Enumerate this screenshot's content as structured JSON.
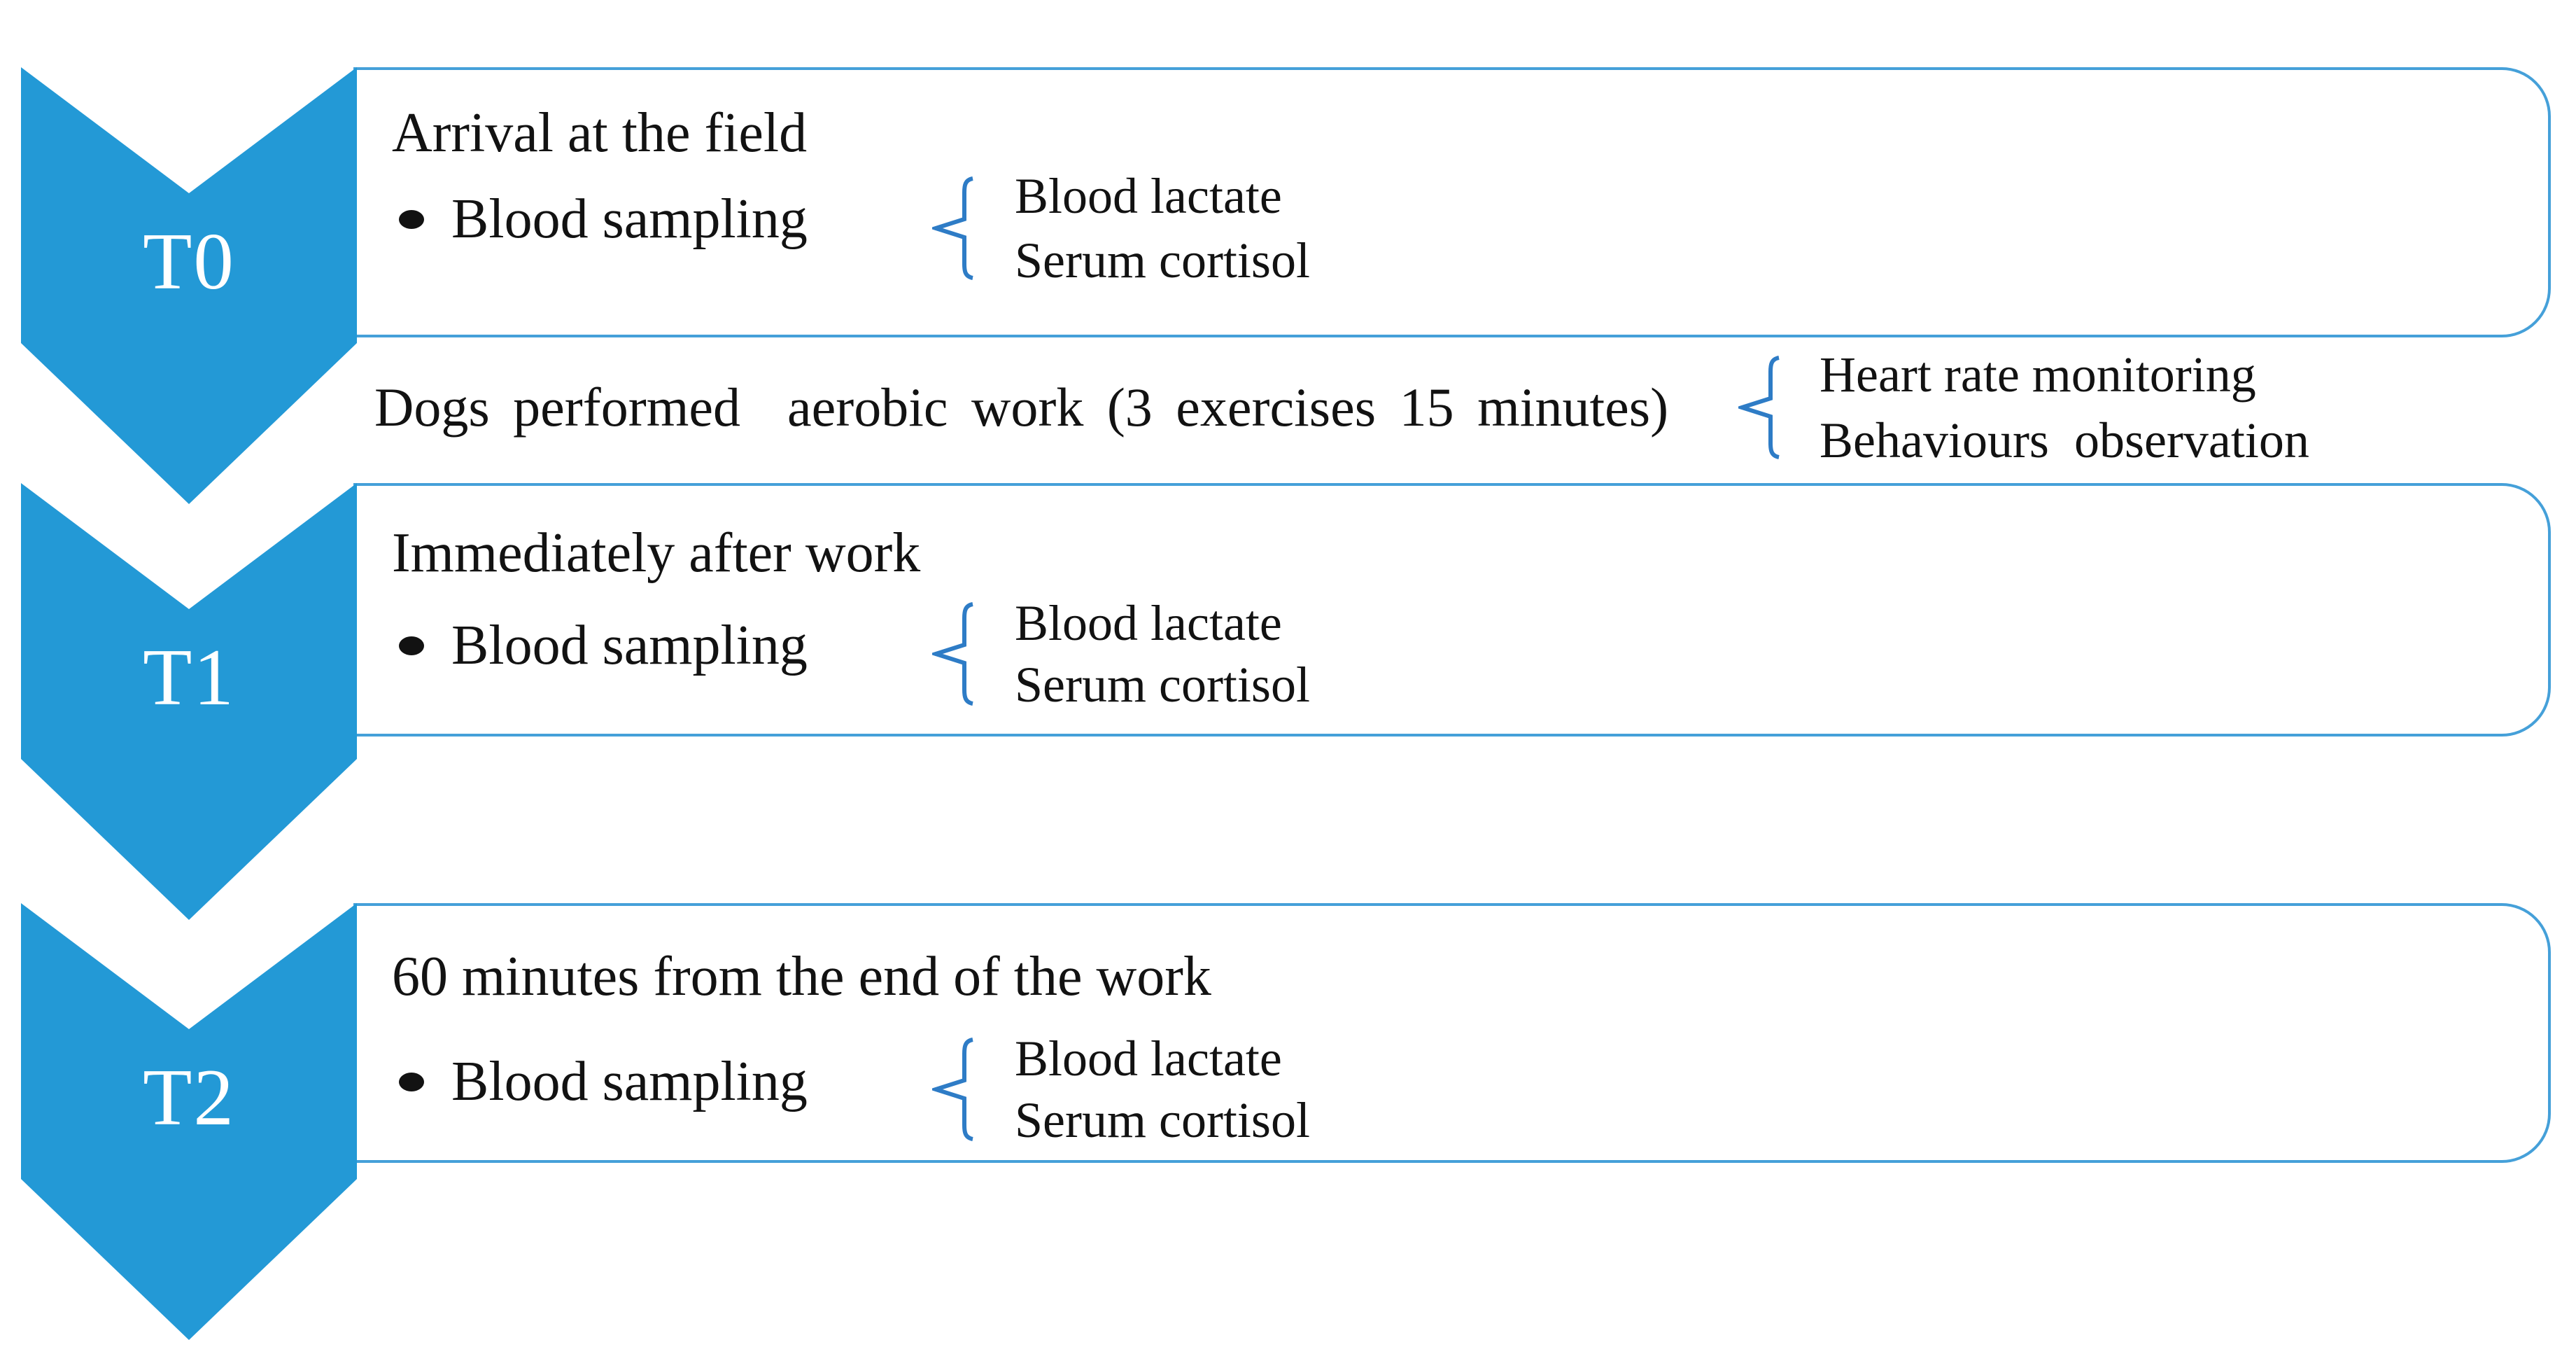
{
  "figure_type": "study-timeline-diagram",
  "colors": {
    "chevron_fill": "#2399D6",
    "box_border": "#45A0D9",
    "brace": "#2E7CC6",
    "text": "#121212",
    "stage_label_text": "#FFFFFF"
  },
  "stages": [
    {
      "label": "T0",
      "title": "Arrival at the field",
      "bullet": "Blood sampling",
      "measurements": [
        "Blood lactate",
        "Serum cortisol"
      ]
    },
    {
      "label": "T1",
      "title": "Immediately after work",
      "bullet": "Blood sampling",
      "measurements": [
        "Blood lactate",
        "Serum cortisol"
      ]
    },
    {
      "label": "T2",
      "title": "60 minutes from the end of the work",
      "bullet": "Blood sampling",
      "measurements": [
        "Blood lactate",
        "Serum cortisol"
      ]
    }
  ],
  "interlude": {
    "text": "Dogs performed  aerobic work (3 exercises 15 minutes)",
    "measurements": [
      "Heart rate monitoring",
      "Behaviours  observation"
    ]
  }
}
